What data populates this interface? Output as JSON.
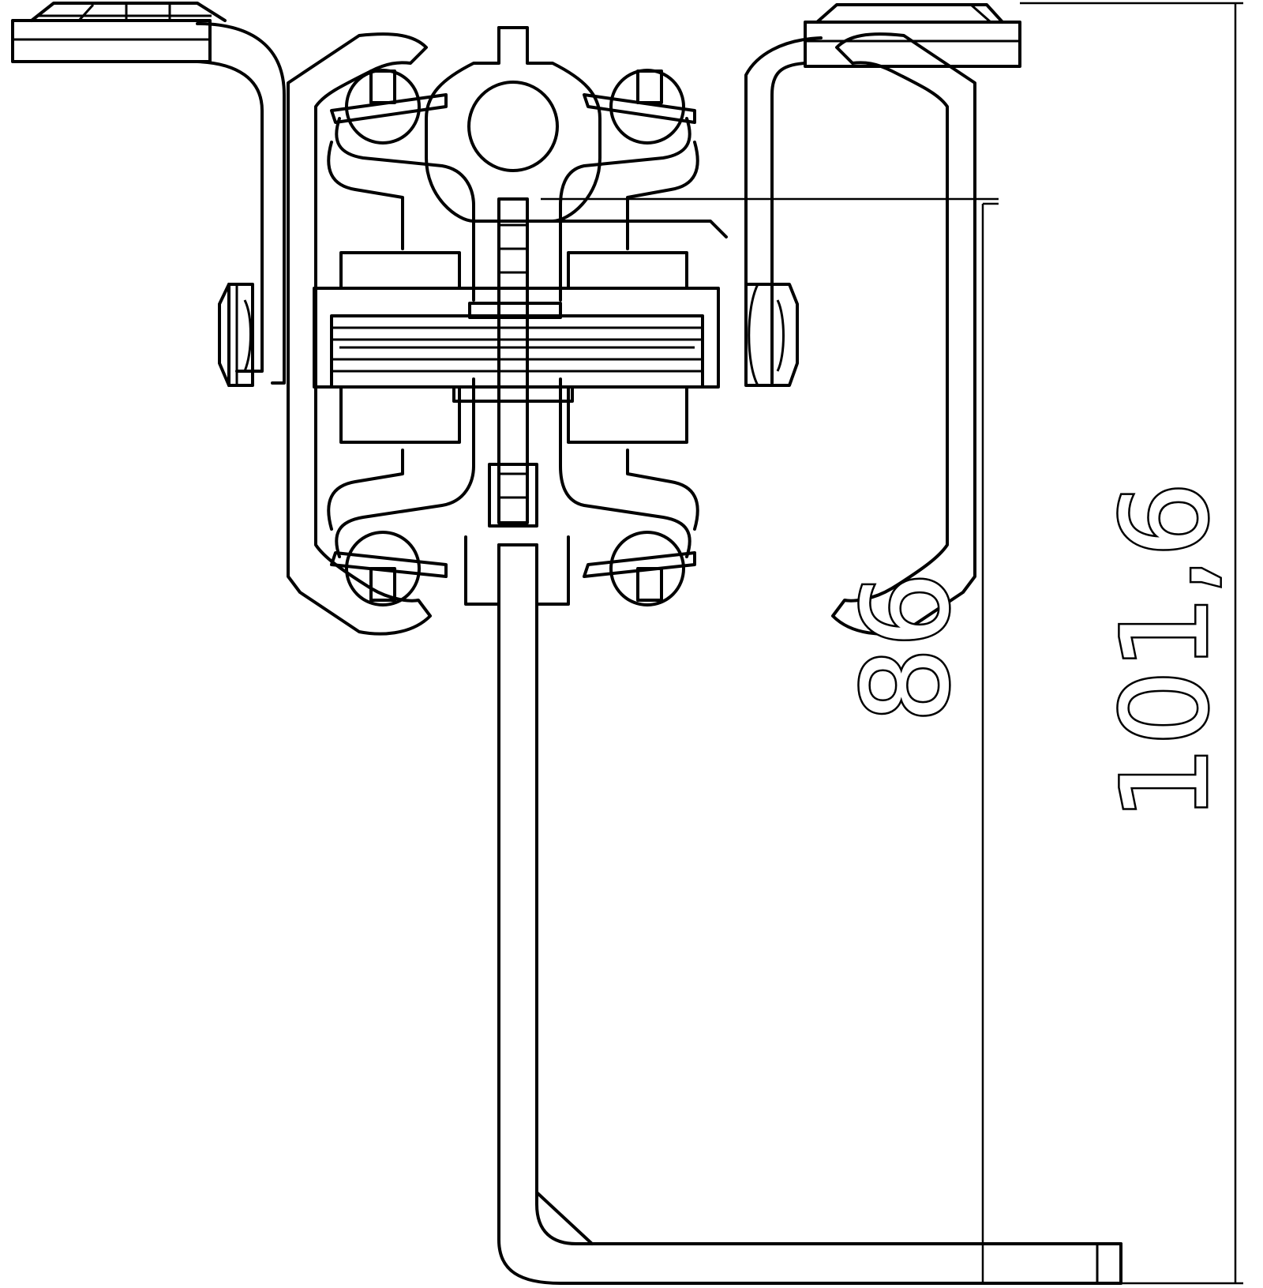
{
  "drawing": {
    "dimensions": [
      {
        "id": "inner-height",
        "label": "86"
      },
      {
        "id": "overall-height",
        "label": "101,6"
      }
    ]
  }
}
